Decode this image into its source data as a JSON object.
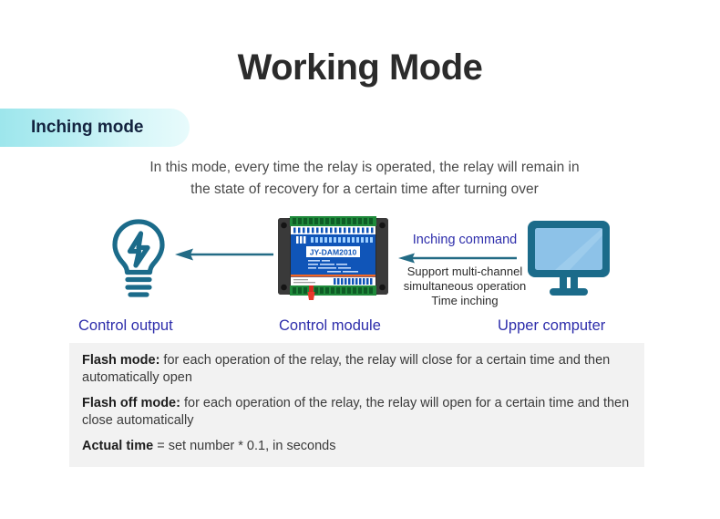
{
  "page": {
    "title": "Working Mode",
    "badge_label": "Inching mode",
    "intro_line1": "In this mode, every time the relay is operated, the relay will remain in",
    "intro_line2": "the state of recovery for a certain time after turning over"
  },
  "diagram": {
    "device_label": "JY-DAM2010",
    "command_label": "Inching command",
    "command_detail_line1": "Support multi-channel",
    "command_detail_line2": "simultaneous operation",
    "command_detail_line3": "Time inching",
    "captions": {
      "control_output": "Control output",
      "control_module": "Control module",
      "upper_computer": "Upper computer"
    },
    "icons": {
      "bulb": "light-bulb-icon",
      "monitor": "monitor-icon",
      "arrow_output": "arrow-left-icon",
      "arrow_command": "arrow-left-icon"
    }
  },
  "info_box": {
    "flash_mode_title": "Flash mode:",
    "flash_mode_text": " for each operation of the relay, the relay will close for a certain time and then automatically open",
    "flash_off_title": "Flash off mode:",
    "flash_off_text": " for each operation of the relay, the relay will open for a certain time and then close automatically",
    "actual_title": "Actual time",
    "actual_text": " = set number * 0.1, in seconds"
  },
  "colors": {
    "accent_teal": "#1b6b8a",
    "label_blue": "#2d2dab",
    "badge_cyan": "#9de6ec",
    "box_gray": "#f2f2f2",
    "title_dark": "#2b2b2b"
  }
}
